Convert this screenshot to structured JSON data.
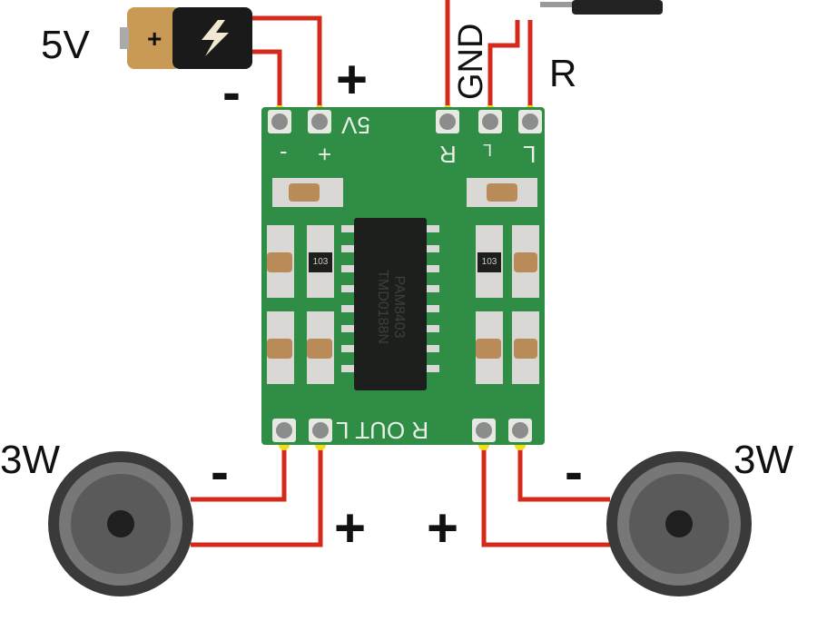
{
  "labels": {
    "supply_voltage": "5V",
    "battery_minus": "-",
    "battery_plus": "+",
    "gnd": "GND",
    "right_channel": "R",
    "left_speaker_power": "3W",
    "right_speaker_power": "3W",
    "left_speaker_minus": "-",
    "left_speaker_plus": "+",
    "right_speaker_plus": "+",
    "right_speaker_minus": "-"
  },
  "board": {
    "power_label": "5V",
    "minus": "-",
    "plus": "+",
    "in_r": "R",
    "in_l": "L",
    "in_l2": "L",
    "out_label": "R OUT L",
    "chip_model": "PAM8403",
    "chip_code": "TMD0188N",
    "resistor_code": "103"
  },
  "colors": {
    "wire": "#d42a1c",
    "board": "#2f8d45",
    "joint": "#f3dd1a"
  }
}
